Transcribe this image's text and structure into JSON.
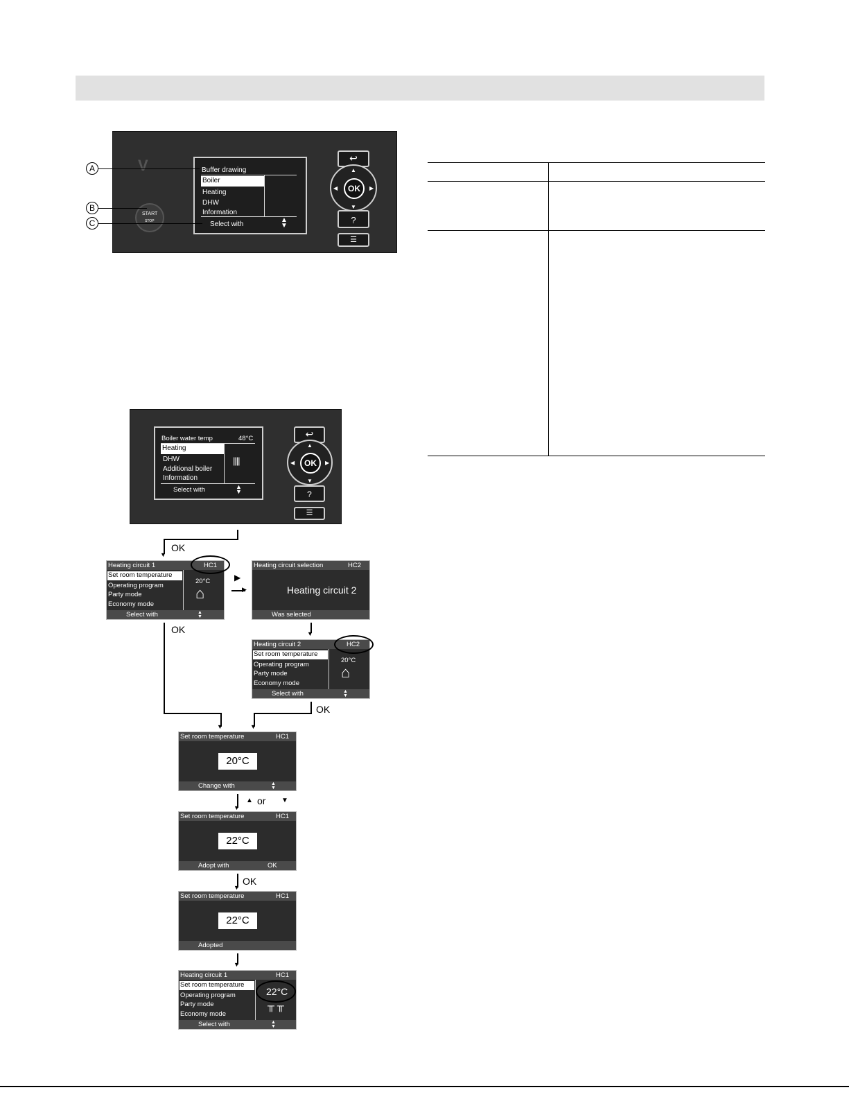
{
  "panel1": {
    "callouts": [
      "A",
      "B",
      "C"
    ],
    "menu": [
      "Buffer drawing",
      "Boiler",
      "Heating",
      "DHW",
      "Information"
    ],
    "selected_index": 1,
    "footer": "Select with",
    "start_stop_top": "START",
    "start_stop_bottom": "STOP",
    "ok_label": "OK",
    "help_label": "?"
  },
  "panel2": {
    "title": "Boiler water temp",
    "title_value": "48°C",
    "menu": [
      "Heating",
      "DHW",
      "Additional boiler",
      "Information"
    ],
    "selected_index": 0,
    "footer": "Select with",
    "ok_label": "OK",
    "help_label": "?"
  },
  "flow": {
    "ok": "OK",
    "or_text": "or",
    "hc1_menu": {
      "title": "Heating circuit 1",
      "badge": "HC1",
      "items": [
        "Set room temperature",
        "Operating program",
        "Party mode",
        "Economy mode"
      ],
      "temp": "20°C",
      "footer": "Select with"
    },
    "hc_selection": {
      "title": "Heating circuit selection",
      "badge": "HC2",
      "body": "Heating circuit 2",
      "footer": "Was selected"
    },
    "hc2_menu": {
      "title": "Heating circuit 2",
      "badge": "HC2",
      "items": [
        "Set room temperature",
        "Operating program",
        "Party mode",
        "Economy mode"
      ],
      "temp": "20°C",
      "footer": "Select with"
    },
    "set_temp_1": {
      "title": "Set room temperature",
      "badge": "HC1",
      "value": "20°C",
      "footer": "Change with"
    },
    "set_temp_2": {
      "title": "Set room temperature",
      "badge": "HC1",
      "value": "22°C",
      "footer": "Adopt with",
      "footer_right": "OK"
    },
    "set_temp_3": {
      "title": "Set room temperature",
      "badge": "HC1",
      "value": "22°C",
      "footer": "Adopted"
    },
    "hc1_final": {
      "title": "Heating circuit 1",
      "badge": "HC1",
      "items": [
        "Set room temperature",
        "Operating program",
        "Party mode",
        "Economy mode"
      ],
      "temp": "22°C",
      "footer": "Select with"
    }
  }
}
